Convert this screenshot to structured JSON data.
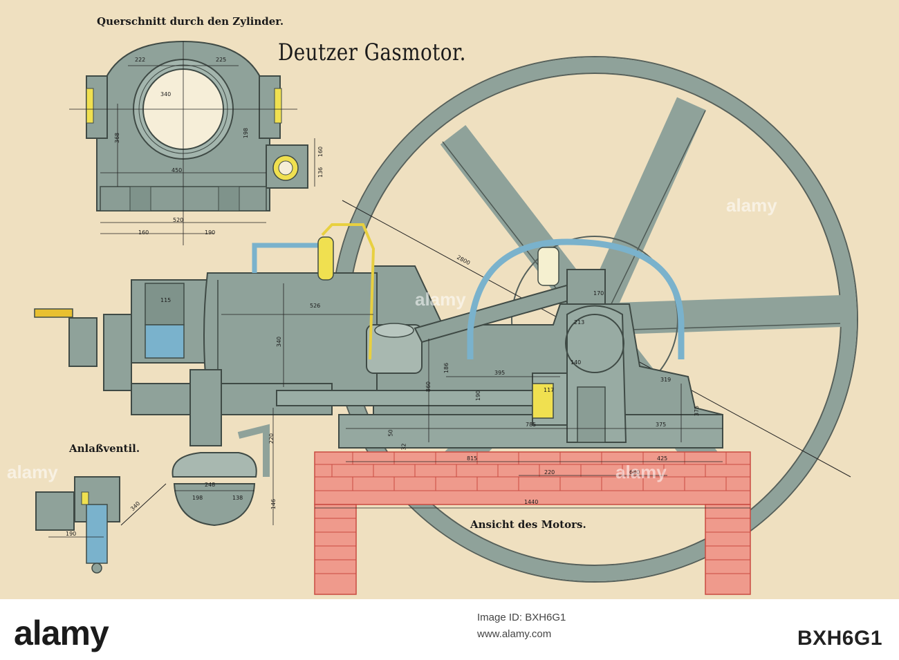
{
  "title": "Deutzer Gasmotor.",
  "labels": {
    "cross_section": "Querschnitt durch den Zylinder.",
    "start_valve": "Anlaßventil.",
    "engine_view": "Ansicht des Motors."
  },
  "dimensions": {
    "cs_222_left": "222",
    "cs_225_right": "225",
    "cs_340": "340",
    "cs_368": "368",
    "cs_198": "198",
    "cs_450": "450",
    "cs_520": "520",
    "cs_160": "160",
    "cs_190": "190",
    "cs_136": "136",
    "cs_160b": "160",
    "eng_115": "115",
    "eng_526": "526",
    "eng_340": "340",
    "eng_190": "190",
    "eng_186": "186",
    "eng_395": "395",
    "eng_860": "860",
    "eng_140": "140",
    "eng_319": "319",
    "eng_375": "375",
    "eng_785": "785",
    "eng_375b": "375",
    "eng_2800": "2800",
    "eng_220": "220",
    "eng_248": "248",
    "eng_198": "198",
    "eng_138": "138",
    "eng_146": "146",
    "eng_50": "50",
    "eng_32": "32",
    "eng_815": "815",
    "eng_425": "425",
    "eng_220b": "220",
    "eng_680": "680",
    "eng_1440": "1440",
    "eng_213": "213",
    "eng_170": "170",
    "eng_117": "117",
    "sv_340": "340",
    "sv_190": "190"
  },
  "footer": {
    "logo": "alamy",
    "line1": "Image ID: BXH6G1",
    "line2": "www.alamy.com",
    "code": "BXH6G1"
  },
  "watermark": "alamy",
  "colors": {
    "paper": "#efe0c0",
    "machine": "#8fa29a",
    "brick": "#ef9a8c",
    "pipe": "#7ab2cc",
    "brass": "#f0e050"
  }
}
